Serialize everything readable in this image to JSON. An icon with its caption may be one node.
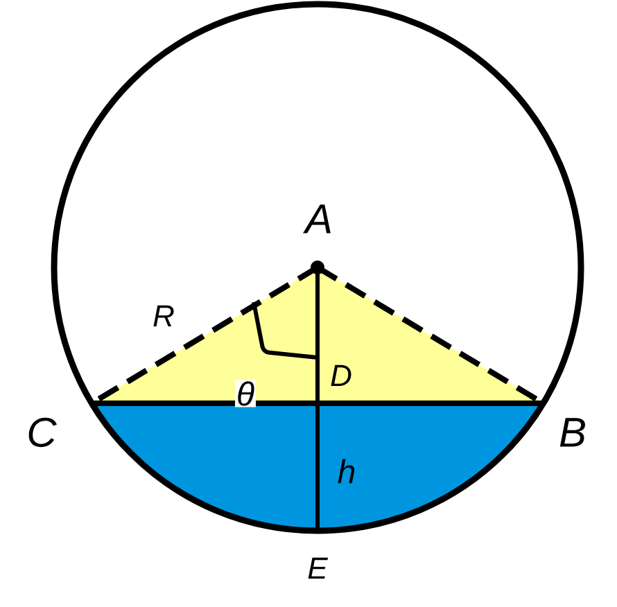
{
  "diagram": {
    "labels": [
      "A",
      "R",
      "θ",
      "D",
      "C",
      "B",
      "h",
      "E"
    ]
  }
}
